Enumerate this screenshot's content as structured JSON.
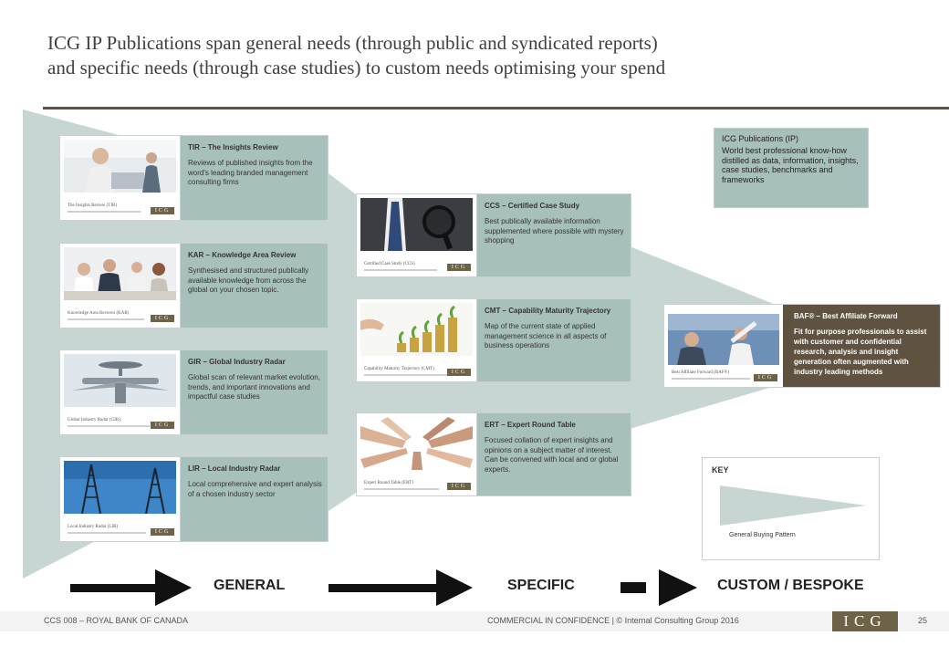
{
  "page": {
    "title_line1": "ICG IP Publications span general needs (through public and syndicated reports)",
    "title_line2": "and specific needs (through case studies) to custom needs optimising your spend"
  },
  "cards": {
    "tir": {
      "title": "TIR – The Insights Review",
      "desc": "Reviews of published insights from the word's leading branded management consulting firms",
      "thumb_caption": "The Insights Review (TIR)"
    },
    "kar": {
      "title": "KAR – Knowledge Area Review",
      "desc": "Synthesised and structured publically available knowledge from across the global on your chosen topic.",
      "thumb_caption": "Knowledge Area Reviews (KAR)"
    },
    "gir": {
      "title": "GIR – Global Industry Radar",
      "desc": "Global scan of relevant market evolution, trends, and important innovations and impactful case studies",
      "thumb_caption": "Global Industry Radar (GIR)"
    },
    "lir": {
      "title": "LIR – Local Industry Radar",
      "desc": "Local comprehensive and expert analysis of a chosen industry sector",
      "thumb_caption": "Local Industry Radar (LIR)"
    },
    "ccs": {
      "title": "CCS – Certified Case Study",
      "desc": "Best publically available information supplemented where possible with mystery shopping",
      "thumb_caption": "Certified Case Study (CCS)"
    },
    "cmt": {
      "title": "CMT – Capability Maturity Trajectory",
      "desc": "Map of the current state of applied management science in all aspects of business operations",
      "thumb_caption": "Capability Maturity Trajectory (CMT)"
    },
    "ert": {
      "title": "ERT – Expert Round Table",
      "desc": "Focused collation of expert insights and opinions on a subject matter of interest. Can be convened with local and or global experts.",
      "thumb_caption": "Expert Round Table (ERT)"
    },
    "baf": {
      "title": "BAF® – Best Affiliate Forward",
      "desc": "Fit for purpose professionals to assist with customer and confidential research, analysis and insight generation often augmented with industry leading methods",
      "thumb_caption": "Best Affiliate Forward (BAF®)"
    }
  },
  "ip_box": {
    "heading": "ICG Publications (IP)",
    "desc": "World best professional know-how distilled as data, information, insights, case studies, benchmarks and frameworks"
  },
  "key": {
    "heading": "KEY",
    "label": "General Buying Pattern"
  },
  "flow": {
    "general": "GENERAL",
    "specific": "SPECIFIC",
    "custom": "CUSTOM / BESPOKE"
  },
  "footer": {
    "left": "CCS 008 – ROYAL BANK OF CANADA",
    "center": "COMMERCIAL IN CONFIDENCE  |  © Internal Consulting Group 2016",
    "logo": "ICG",
    "page": "25"
  },
  "colors": {
    "teal": "#a8c0bc",
    "funnel": "#c7d6d3",
    "brown": "#5f5240",
    "logo_brown": "#6e6249"
  }
}
